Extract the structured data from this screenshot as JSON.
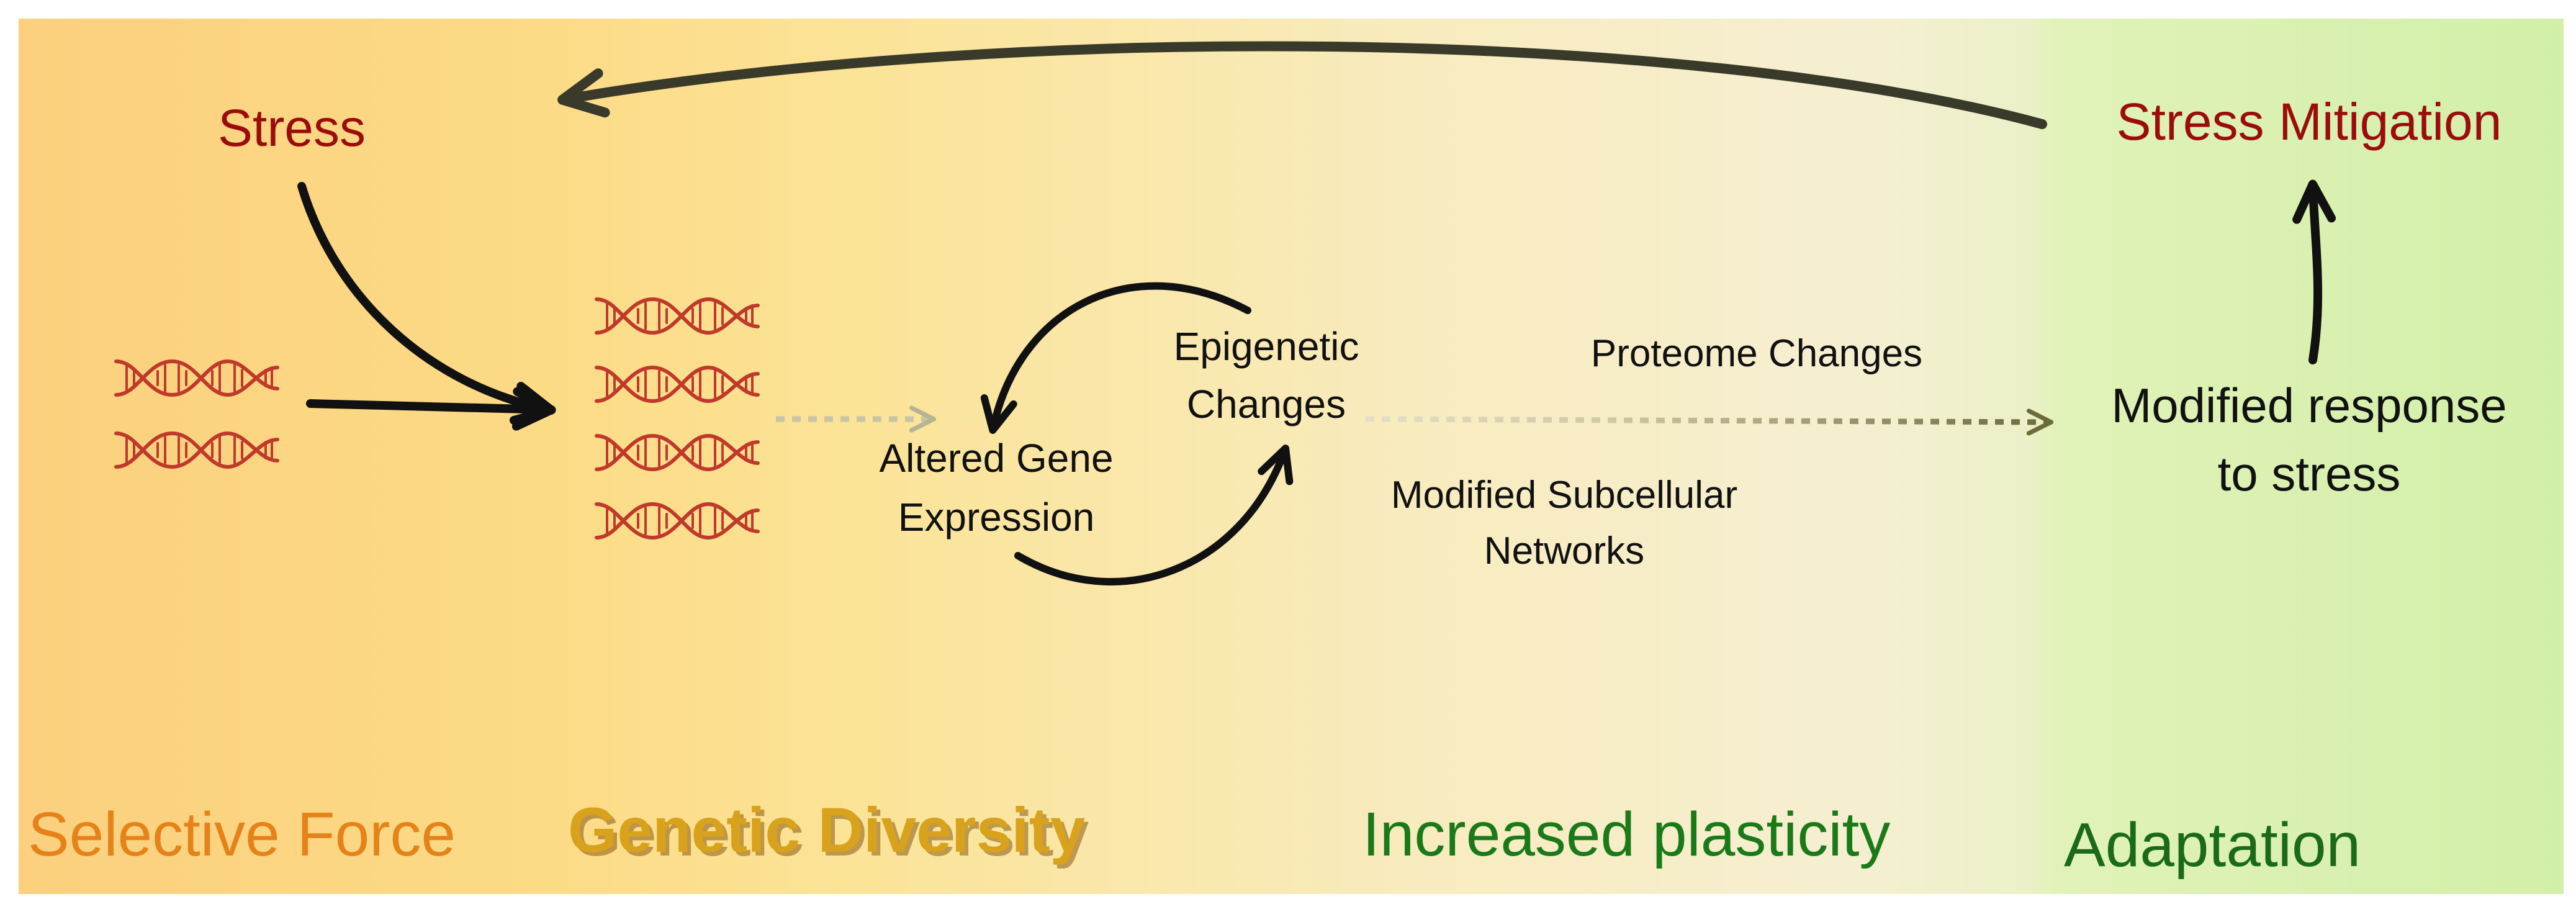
{
  "labels": {
    "stress": "Stress",
    "stress_mitigation": "Stress Mitigation",
    "modified_response_line1": "Modified response",
    "modified_response_line2": "to stress",
    "epigenetic_line1": "Epigenetic",
    "epigenetic_line2": "Changes",
    "altered_gene_line1": "Altered Gene",
    "altered_gene_line2": "Expression",
    "proteome_changes": "Proteome Changes",
    "subcellular_line1": "Modified Subcellular",
    "subcellular_line2": "Networks"
  },
  "stages": {
    "selective_force": "Selective Force",
    "genetic_diversity": "Genetic Diversity",
    "increased_plasticity": "Increased plasticity",
    "adaptation": "Adaptation"
  },
  "icons": {
    "dna_small_group": "dna-helix-icon",
    "dna_large_group": "dna-helix-icon"
  },
  "colors": {
    "stress_text": "#9b0d0d",
    "stage_orange": "#e5831a",
    "stage_gold": "#d8a21c",
    "stage_green": "#1a7a1a",
    "dna": "#c0392b",
    "arrow": "#111111"
  }
}
